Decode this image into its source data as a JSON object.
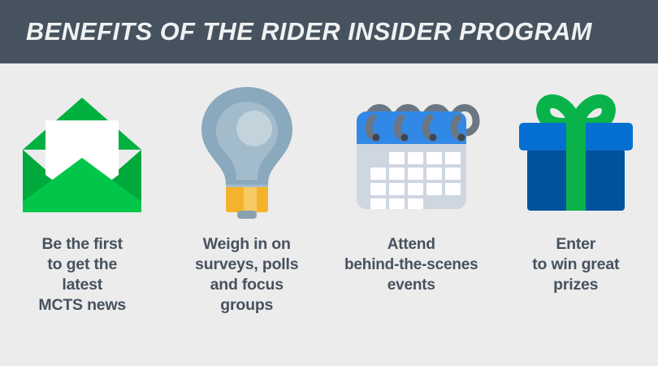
{
  "header": {
    "title": "BENEFITS OF THE RIDER INSIDER PROGRAM",
    "background_color": "#47525f",
    "text_color": "#eff1f2"
  },
  "page": {
    "background_color": "#ececec",
    "caption_color": "#47525f"
  },
  "benefits": [
    {
      "icon": "envelope-icon",
      "caption": "Be the first\nto get the\nlatest\nMCTS news",
      "colors": {
        "envelope_dark": "#00b140",
        "envelope_light": "#02c649",
        "envelope_mid": "#00a93c",
        "letter": "#ffffff"
      }
    },
    {
      "icon": "lightbulb-icon",
      "caption": "Weigh in on\nsurveys, polls\nand focus\ngroups",
      "colors": {
        "bulb_outer": "#8aa9bd",
        "bulb_inner": "#a3bccc",
        "bulb_highlight": "#c3d3dc",
        "base_gold": "#f5b32d",
        "base_gold_light": "#f8ca61",
        "tip": "#8aa1b0"
      }
    },
    {
      "icon": "calendar-icon",
      "caption": "Attend\nbehind-the-scenes\nevents",
      "colors": {
        "header_blue": "#3288e6",
        "body": "#ced6e0",
        "dates": "#ffffff",
        "rings": "#6b7683",
        "ring_tips": "#3f4650"
      },
      "grid": {
        "columns": 5,
        "rows": 4,
        "row_fill": [
          [
            2,
            3,
            4,
            5
          ],
          [
            1,
            2,
            3,
            4,
            5
          ],
          [
            1,
            2,
            3,
            4,
            5
          ],
          [
            1,
            2,
            3
          ]
        ]
      }
    },
    {
      "icon": "gift-icon",
      "caption": "Enter\nto win great\nprizes",
      "colors": {
        "lid_blue": "#0570d1",
        "box_blue": "#00529c",
        "ribbon_green": "#0ab34a"
      }
    }
  ]
}
